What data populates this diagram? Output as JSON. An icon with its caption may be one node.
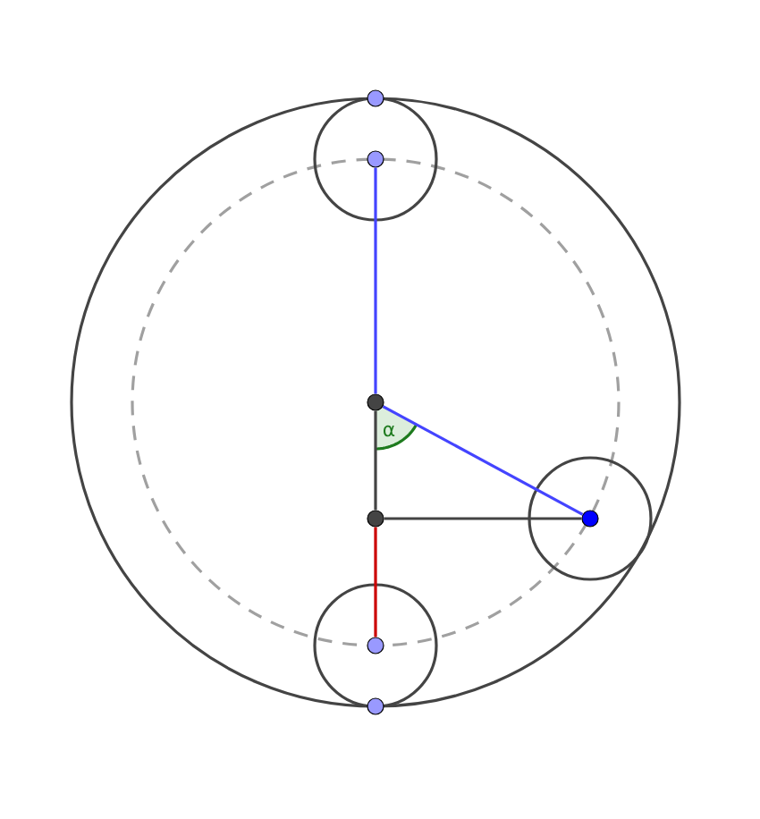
{
  "diagram": {
    "nodes": [
      {
        "text": [],
        "shape": "circle"
      },
      {
        "text": [],
        "shape": "circle"
      },
      {
        "text": [],
        "shape": "circle"
      },
      {
        "text": [],
        "shape": "circle"
      },
      {
        "text": [],
        "shape": "circle"
      },
      {
        "text": [],
        "shape": "circle"
      },
      {
        "text": [],
        "shape": "circle"
      }
    ],
    "edges": [
      {
        "from": 1,
        "to": 2,
        "arrow": "none",
        "color": "#4444ff"
      },
      {
        "from": 2,
        "to": 4,
        "arrow": "none",
        "color": "#4444ff"
      },
      {
        "from": 2,
        "to": 3,
        "arrow": "none",
        "color": "#444444"
      },
      {
        "from": 3,
        "to": 4,
        "arrow": "none",
        "color": "#444444"
      },
      {
        "from": 3,
        "to": 5,
        "arrow": "none",
        "color": "#cc0000"
      }
    ],
    "labels": [
      "α"
    ]
  }
}
